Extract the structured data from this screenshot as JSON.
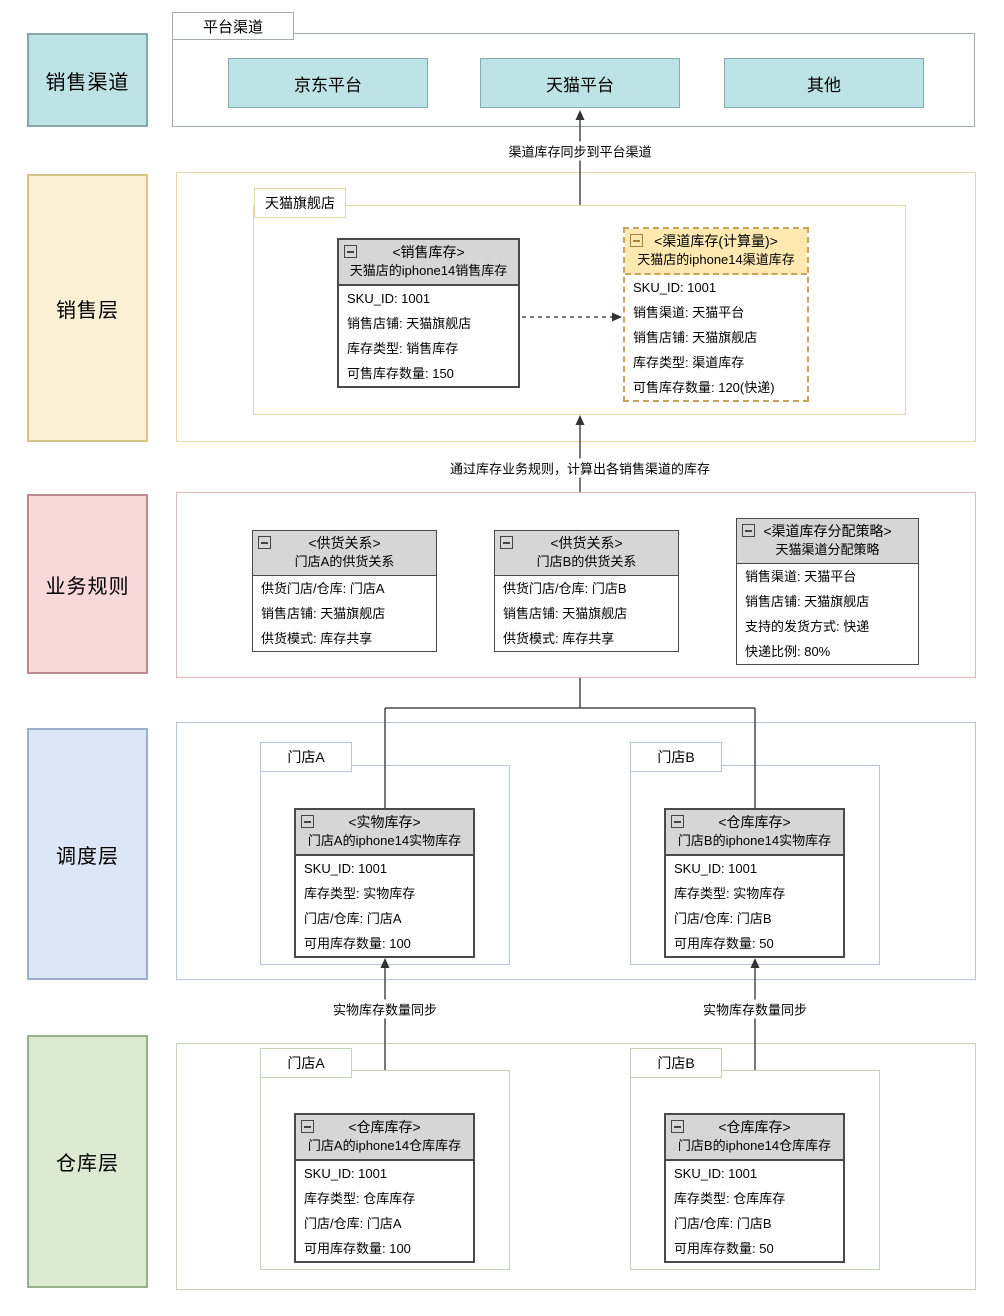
{
  "lanes": {
    "sales_channel": "销售渠道",
    "sales_layer": "销售层",
    "business_rules": "业务规则",
    "dispatch_layer": "调度层",
    "warehouse_layer": "仓库层"
  },
  "tabs": {
    "platform_channel": "平台渠道",
    "tmall_flagship": "天猫旗舰店",
    "dispatch_store_a": "门店A",
    "dispatch_store_b": "门店B",
    "warehouse_store_a": "门店A",
    "warehouse_store_b": "门店B"
  },
  "channels": {
    "jd": "京东平台",
    "tmall": "天猫平台",
    "other": "其他"
  },
  "entities": {
    "sales_inventory": {
      "type": "<销售库存>",
      "name": "天猫店的iphone14销售库存",
      "fields": [
        "SKU_ID: 1001",
        "销售店铺: 天猫旗舰店",
        "库存类型: 销售库存",
        "可售库存数量: 150"
      ]
    },
    "channel_inventory": {
      "type": "<渠道库存(计算量)>",
      "name": "天猫店的iphone14渠道库存",
      "fields": [
        "SKU_ID: 1001",
        "销售渠道: 天猫平台",
        "销售店铺: 天猫旗舰店",
        "库存类型: 渠道库存",
        "可售库存数量: 120(快递)"
      ]
    },
    "supply_relation_a": {
      "type": "<供货关系>",
      "name": "门店A的供货关系",
      "fields": [
        "供货门店/仓库: 门店A",
        "销售店铺: 天猫旗舰店",
        "供货模式: 库存共享"
      ]
    },
    "supply_relation_b": {
      "type": "<供货关系>",
      "name": "门店B的供货关系",
      "fields": [
        "供货门店/仓库: 门店B",
        "销售店铺: 天猫旗舰店",
        "供货模式: 库存共享"
      ]
    },
    "allocation_policy": {
      "type": "<渠道库存分配策略>",
      "name": "天猫渠道分配策略",
      "fields": [
        "销售渠道: 天猫平台",
        "销售店铺: 天猫旗舰店",
        "支持的发货方式: 快递",
        "快递比例: 80%"
      ]
    },
    "physical_inventory_a": {
      "type": "<实物库存>",
      "name": "门店A的iphone14实物库存",
      "fields": [
        "SKU_ID: 1001",
        "库存类型: 实物库存",
        "门店/仓库: 门店A",
        "可用库存数量: 100"
      ]
    },
    "warehouse_inventory_b_dispatch": {
      "type": "<仓库库存>",
      "name": "门店B的iphone14实物库存",
      "fields": [
        "SKU_ID: 1001",
        "库存类型: 实物库存",
        "门店/仓库: 门店B",
        "可用库存数量: 50"
      ]
    },
    "warehouse_inventory_a": {
      "type": "<仓库库存>",
      "name": "门店A的iphone14仓库库存",
      "fields": [
        "SKU_ID: 1001",
        "库存类型: 仓库库存",
        "门店/仓库: 门店A",
        "可用库存数量: 100"
      ]
    },
    "warehouse_inventory_b": {
      "type": "<仓库库存>",
      "name": "门店B的iphone14仓库库存",
      "fields": [
        "SKU_ID: 1001",
        "库存类型: 仓库库存",
        "门店/仓库: 门店B",
        "可用库存数量: 50"
      ]
    }
  },
  "edge_labels": {
    "sync_to_platform": "渠道库存同步到平台渠道",
    "calc_rule": "通过库存业务规则，计算出各销售渠道的库存",
    "physical_sync_a": "实物库存数量同步",
    "physical_sync_b": "实物库存数量同步"
  },
  "colors": {
    "teal_fill": "#bee3e6",
    "teal_border": "#85adaf",
    "cream_fill": "#fbf0d4",
    "cream_border": "#d7c489",
    "pink_fill": "#f8d8d8",
    "pink_border": "#bb8b90",
    "blue_fill": "#dbe6f6",
    "blue_border": "#9cb0cc",
    "green_fill": "#dcead2",
    "green_border": "#97b28a",
    "entity_header": "#d6d6d6",
    "entity_border": "#4a4a4a",
    "special_header": "#ffe9b0",
    "special_border": "#c9a35c",
    "line": "#4a4a4a"
  }
}
